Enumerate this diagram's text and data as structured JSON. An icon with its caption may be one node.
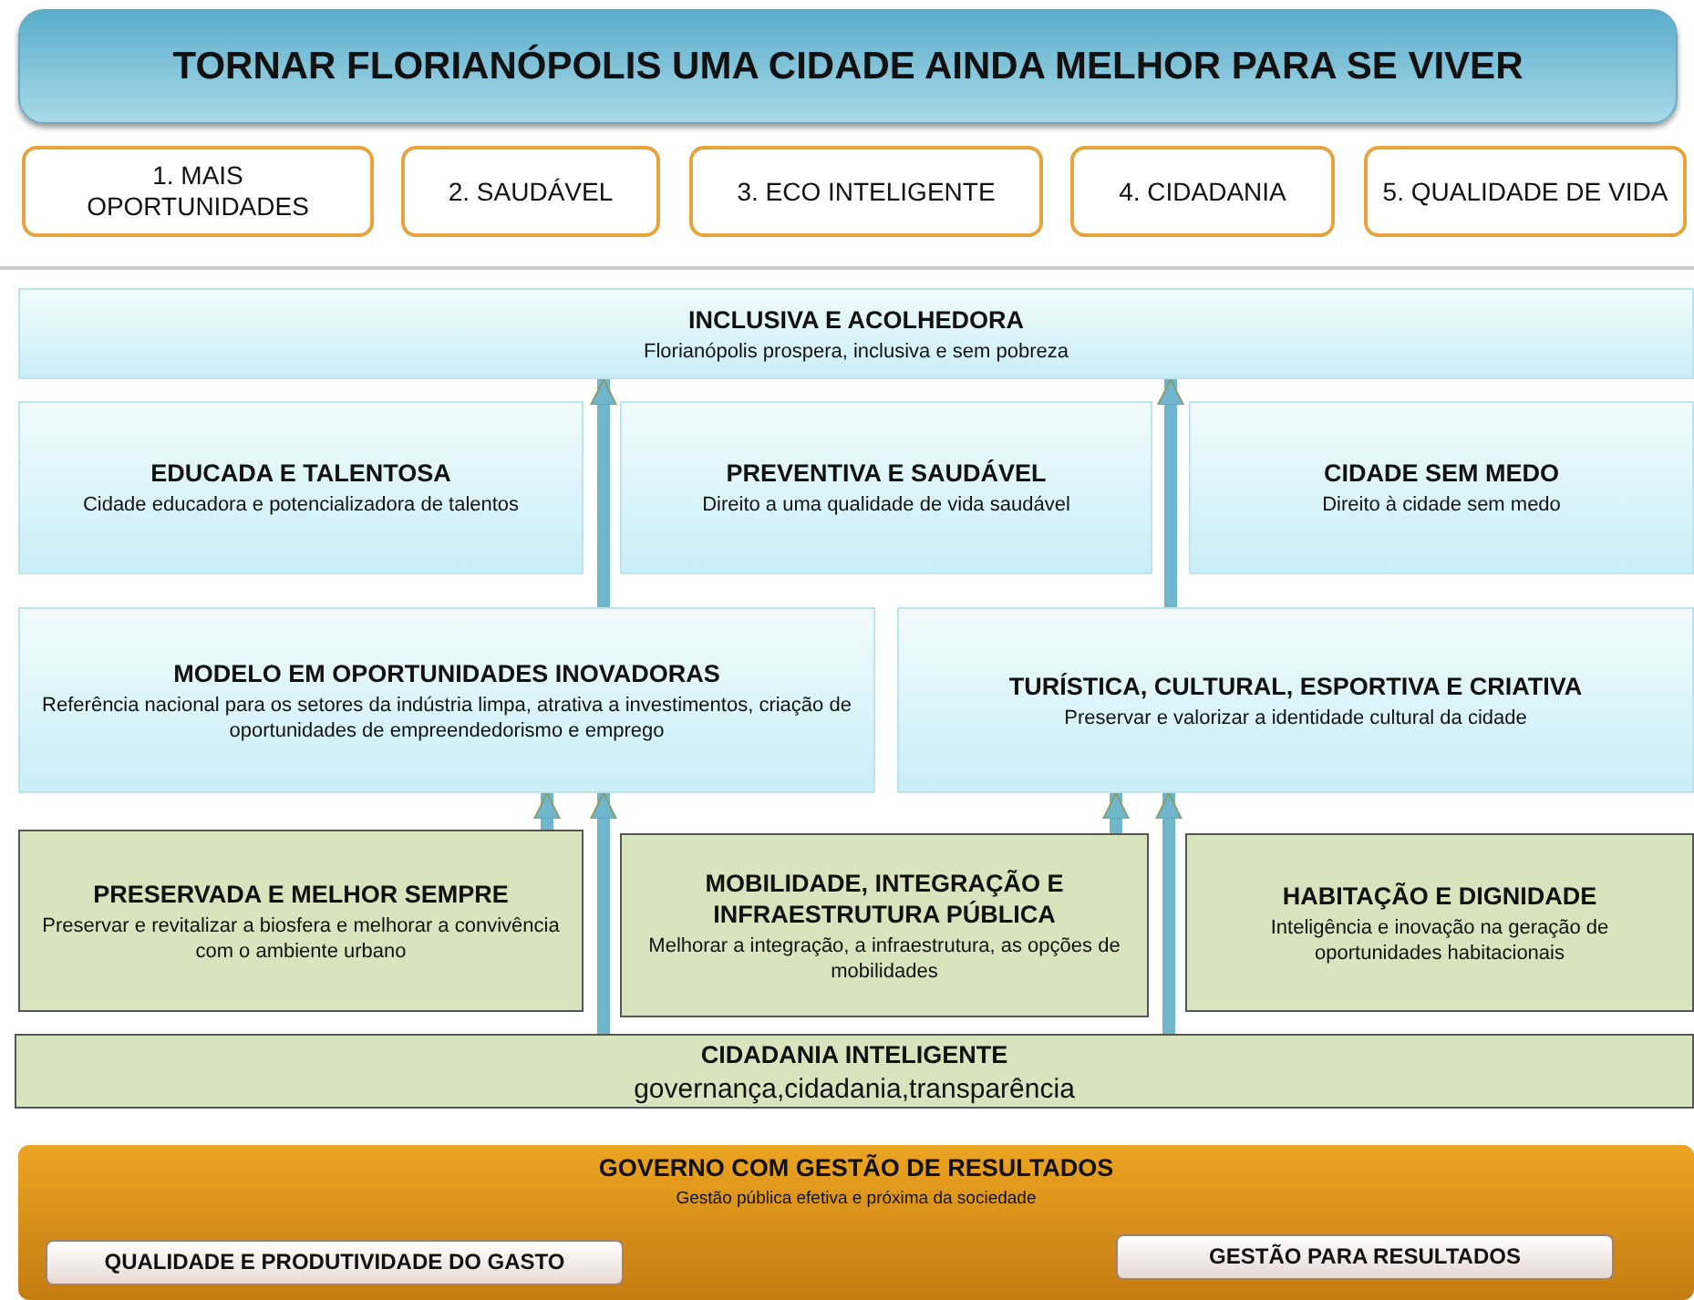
{
  "diagram": {
    "nodes": [
      {
        "text": [
          "TORNAR FLORIANÓPOLIS UMA CIDADE AINDA MELHOR PARA SE VIVER"
        ]
      },
      {
        "text": [
          "1. MAIS OPORTUNIDADES"
        ]
      },
      {
        "text": [
          "2. SAUDÁVEL"
        ]
      },
      {
        "text": [
          "3. ECO INTELIGENTE"
        ]
      },
      {
        "text": [
          "4. CIDADANIA"
        ]
      },
      {
        "text": [
          "5. QUALIDADE DE VIDA"
        ]
      },
      {
        "text": [
          "INCLUSIVA E ACOLHEDORA",
          "Florianópolis prospera, inclusiva e sem pobreza"
        ]
      },
      {
        "text": [
          "EDUCADA E TALENTOSA",
          "Cidade educadora e potencializadora de talentos"
        ]
      },
      {
        "text": [
          "PREVENTIVA E SAUDÁVEL",
          "Direito a uma qualidade de vida saudável"
        ]
      },
      {
        "text": [
          "CIDADE SEM MEDO",
          "Direito à cidade sem medo"
        ]
      },
      {
        "text": [
          "MODELO EM OPORTUNIDADES INOVADORAS",
          "Referência nacional para os setores da indústria limpa, atrativa a investimentos, criação de oportunidades de empreendedorismo e emprego"
        ]
      },
      {
        "text": [
          "TURÍSTICA, CULTURAL, ESPORTIVA E CRIATIVA",
          "Preservar e valorizar a identidade cultural da cidade"
        ]
      },
      {
        "text": [
          "PRESERVADA E MELHOR SEMPRE",
          "Preservar e revitalizar a biosfera e melhorar a convivência com o ambiente urbano"
        ]
      },
      {
        "text": [
          "MOBILIDADE, INTEGRAÇÃO E INFRAESTRUTURA PÚBLICA",
          "Melhorar a integração, a infraestrutura, as opções de mobilidades"
        ]
      },
      {
        "text": [
          "HABITAÇÃO E DIGNIDADE",
          "Inteligência e inovação na geração de oportunidades habitacionais"
        ]
      },
      {
        "text": [
          "CIDADANIA INTELIGENTE",
          "governança,cidadania,transparência"
        ]
      },
      {
        "text": [
          "GOVERNO COM GESTÃO DE RESULTADOS",
          "Gestão pública efetiva e próxima da sociedade"
        ]
      },
      {
        "text": [
          "QUALIDADE E PRODUTIVIDADE DO GASTO"
        ],
        "in": 16
      },
      {
        "text": [
          "GESTÃO PARA RESULTADOS"
        ],
        "in": 16
      }
    ],
    "edges": [
      {
        "from": 10,
        "to": 6,
        "arrow": "to"
      },
      {
        "from": 11,
        "to": 6,
        "arrow": "to"
      },
      {
        "from": 12,
        "to": 10,
        "arrow": "to"
      },
      {
        "from": 13,
        "to": 11,
        "arrow": "to"
      },
      {
        "from": 15,
        "to": 10,
        "arrow": "to"
      },
      {
        "from": 15,
        "to": 11,
        "arrow": "to"
      }
    ]
  }
}
